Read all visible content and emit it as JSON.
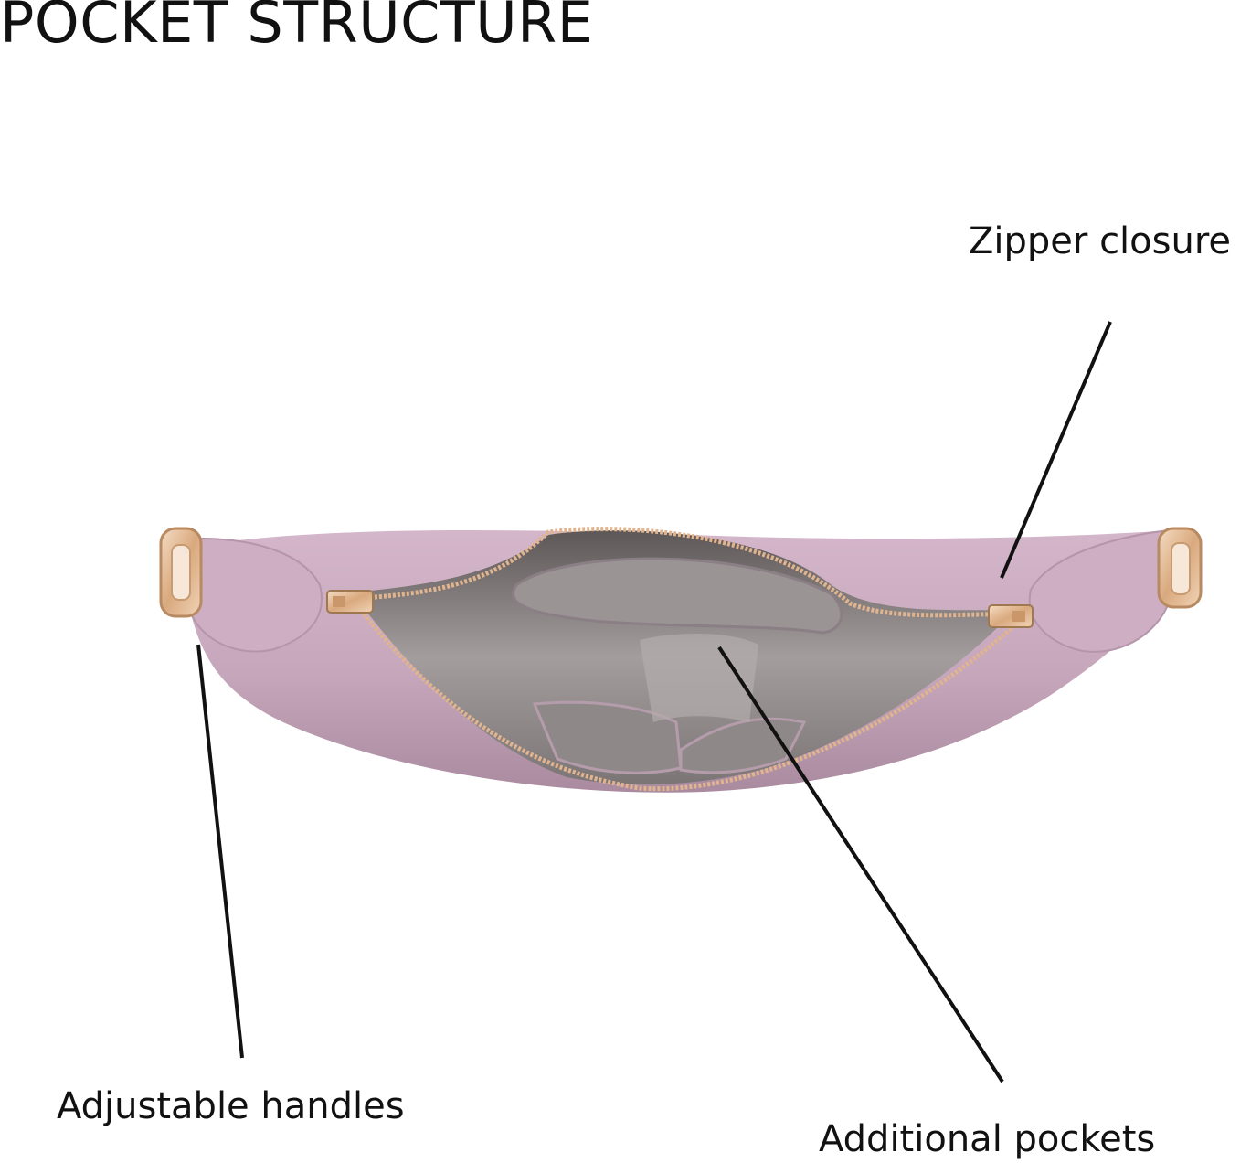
{
  "title": "POCKET STRUCTURE",
  "callouts": {
    "zipper": "Zipper closure",
    "handles": "Adjustable handles",
    "pockets": "Additional pockets"
  },
  "colors": {
    "bag_leather": "#c9a9bf",
    "bag_shadow": "#a98a9f",
    "lining": "#8c8585",
    "hardware": "#e3b88f",
    "leader_line": "#111111"
  }
}
